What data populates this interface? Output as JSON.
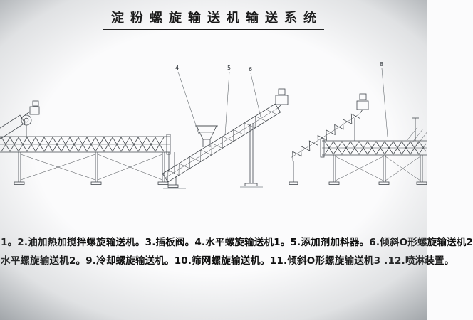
{
  "title": "淀粉螺旋输送机输送系统",
  "drawing": {
    "callouts": [
      {
        "label": "4"
      },
      {
        "label": "5"
      },
      {
        "label": "6"
      },
      {
        "label": "8"
      }
    ]
  },
  "caption": {
    "line1": "1。2.油加热加搅拌螺旋输送机。3.插板阀。4.水平螺旋输送机1。5.添加剂加料器。6.倾斜O形螺旋输送机2",
    "line2": "水平螺旋输送机2。9.冷却螺旋输送机。10.筛网螺旋输送机。11.倾斜O形螺旋输送机3 .12.喷淋装置。"
  },
  "colors": {
    "paper": "#fbfbfc",
    "ink": "#41464b",
    "text": "#101010",
    "vignette": "#6c7379"
  }
}
